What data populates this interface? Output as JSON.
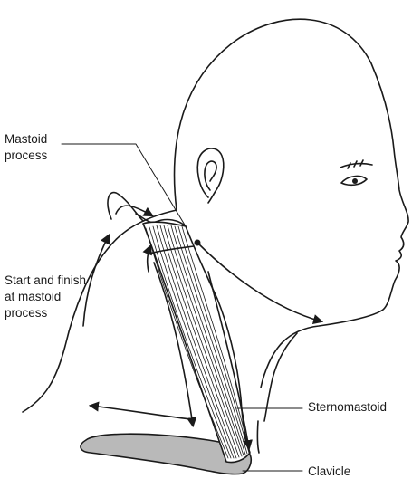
{
  "labels": {
    "mastoid_process": [
      "Mastoid",
      "process"
    ],
    "start_finish": [
      "Start and finish",
      "at mastoid",
      "process"
    ],
    "sternomastoid": "Sternomastoid",
    "clavicle": "Clavicle"
  },
  "colors": {
    "line": "#1a1a1a",
    "muscle_fill": "#ffffff",
    "clavicle_fill": "#b9b9b9",
    "background": "#ffffff"
  }
}
